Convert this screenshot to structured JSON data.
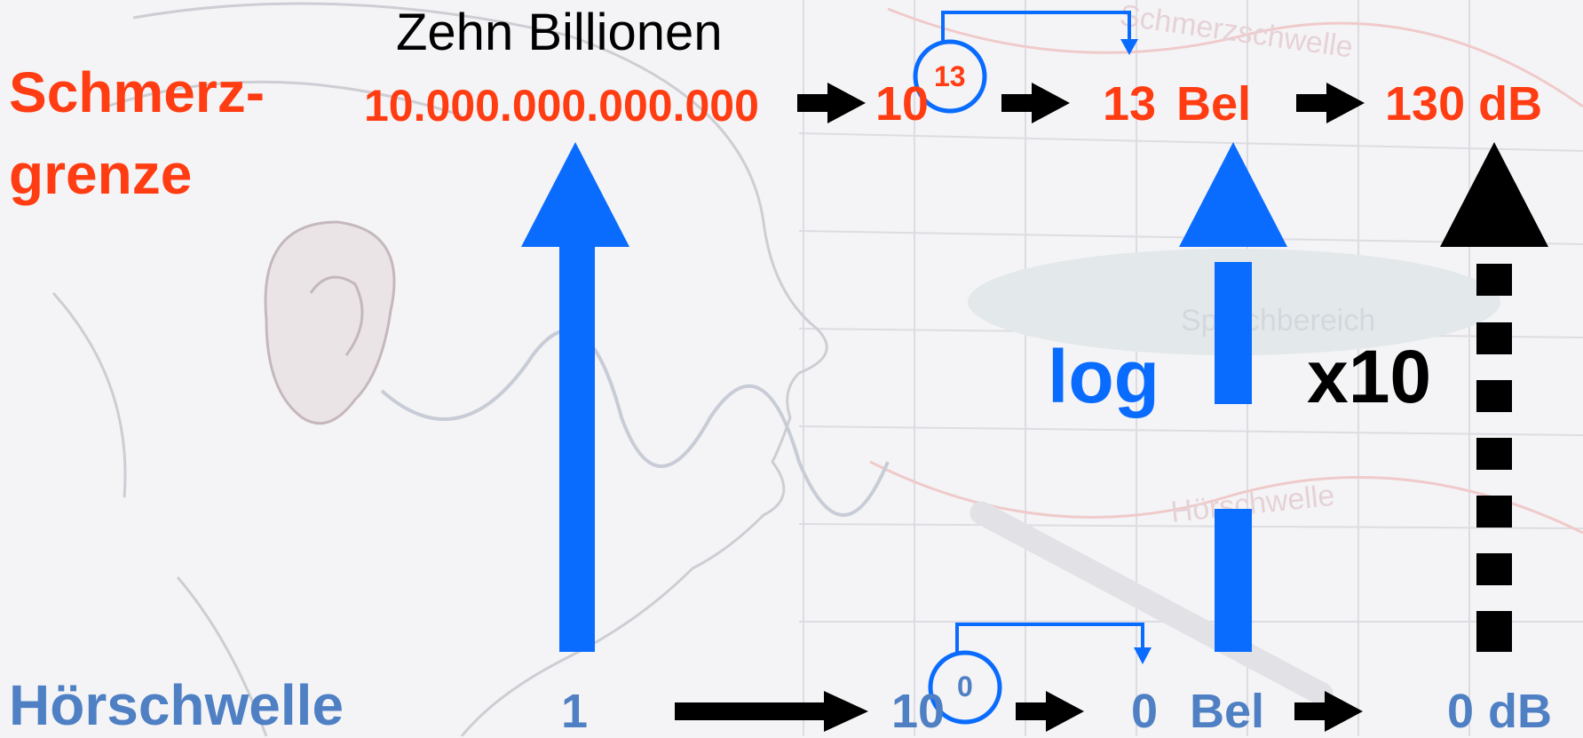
{
  "labels": {
    "pain_threshold": [
      "Schmerz-",
      "grenze"
    ],
    "hearing_threshold": "Hörschwelle",
    "ten_trillion_caption": "Zehn Billionen"
  },
  "top_row": {
    "intensity": "10.000.000.000.000",
    "power_base": "10",
    "exponent": "13",
    "bel_number": "13",
    "bel_unit": "Bel",
    "db_value": "130 dB"
  },
  "bottom_row": {
    "intensity": "1",
    "power_base": "10",
    "exponent": "0",
    "bel_number": "0",
    "bel_unit": "Bel",
    "db_number": "0",
    "db_unit": "dB"
  },
  "operators": {
    "log": "log",
    "times_ten": "x10"
  },
  "background_text": {
    "sprachbereich": "Sprachbereich",
    "hoerschwelle": "Hörschwelle",
    "schmerzschwelle": "Schmerzschwelle"
  },
  "colors": {
    "red": "#ff3c12",
    "blue": "#0a6cff",
    "steel_blue": "#4f80c4",
    "black": "#000000"
  }
}
